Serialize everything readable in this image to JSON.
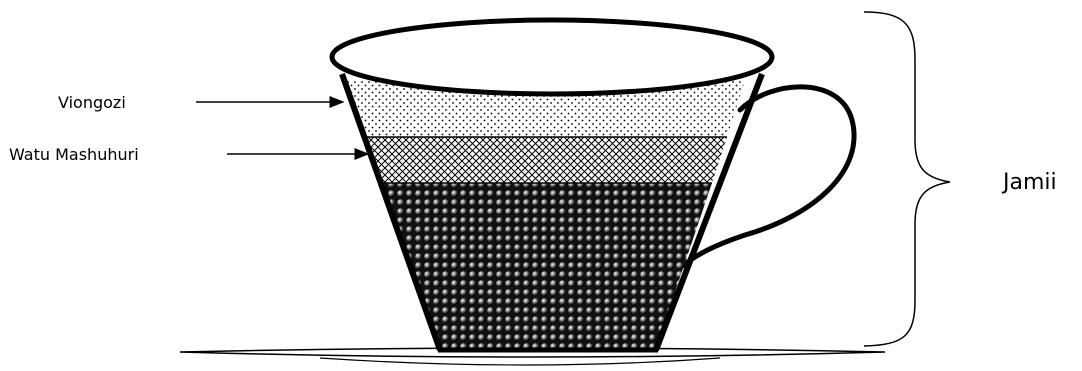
{
  "labels": {
    "top_layer": "Viongozi",
    "middle_layer": "Watu Mashuhuri",
    "whole": "Jamii"
  },
  "colors": {
    "ink": "#000000",
    "paper": "#ffffff"
  }
}
